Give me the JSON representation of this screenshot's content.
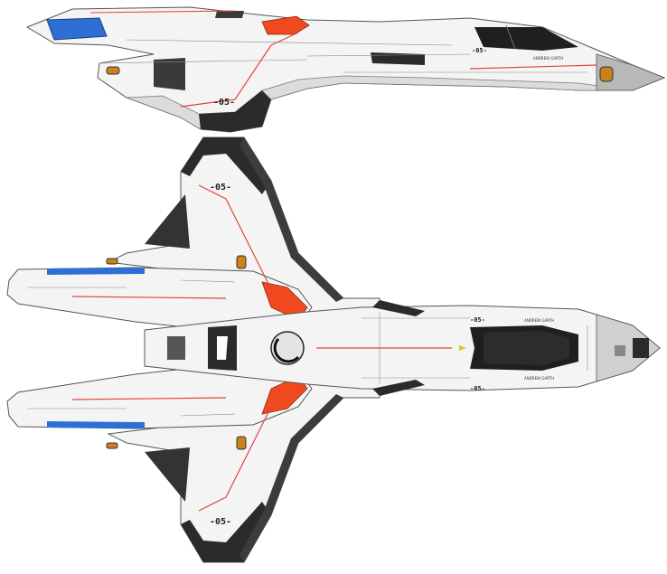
{
  "markings": {
    "side_nose": "-05-",
    "side_wing": "-05-",
    "top_wing_upper": "-05-",
    "top_wing_lower": "-05-",
    "nose_upper": "-05-",
    "nose_lower": "-05-",
    "side_name": "ANDREW GARTH",
    "top_name_upper": "ANDREW GARTH",
    "top_name_lower": "ANDREW GARTH"
  },
  "colors": {
    "hull": "#f4f4f4",
    "hull_shade": "#dcdcdc",
    "dark": "#2b2b2b",
    "panel_grey": "#9a9a9a",
    "stripe_red": "#e0463a",
    "engine_blue": "#2e6fd6",
    "intake_orange": "#f0491f",
    "canopy": "#1f1f1f",
    "gold": "#c8821a"
  }
}
